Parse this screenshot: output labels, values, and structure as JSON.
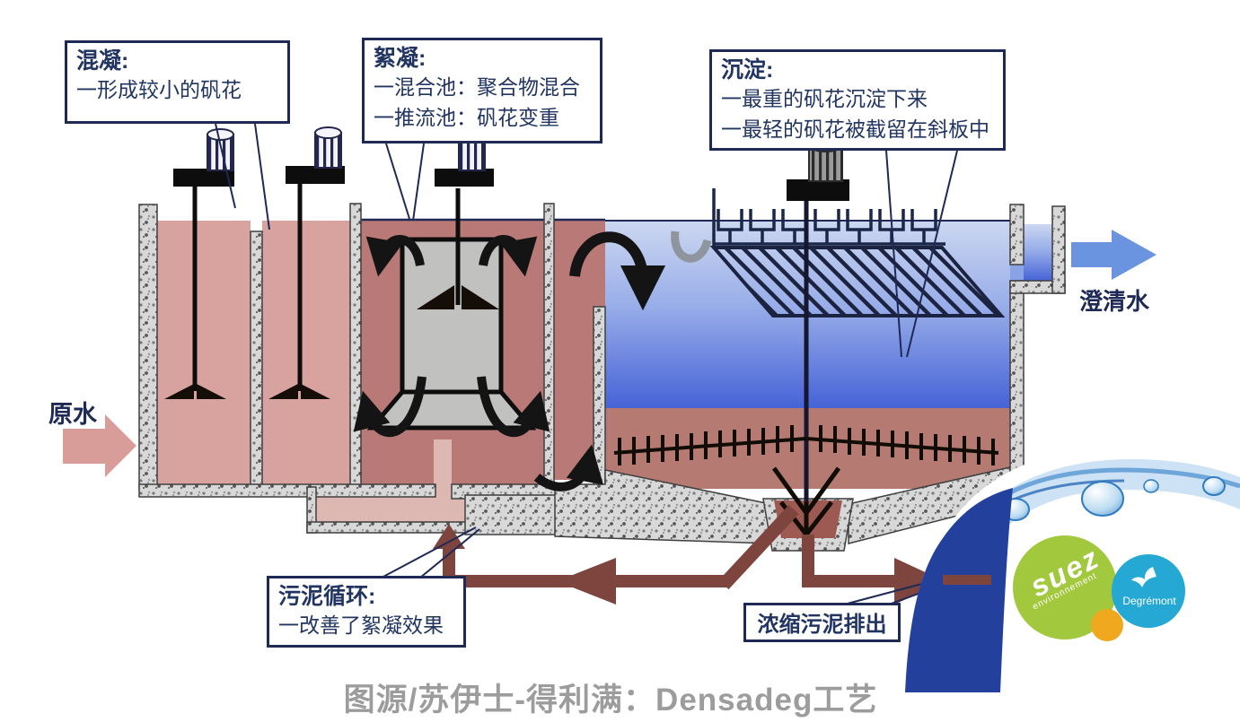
{
  "callouts": {
    "coagulation": {
      "title": "混凝:",
      "lines": [
        "一形成较小的矾花"
      ]
    },
    "flocculation": {
      "title": "絮凝:",
      "lines": [
        "一混合池：聚合物混合",
        "一推流池：矾花变重"
      ]
    },
    "sedimentation": {
      "title": "沉淀:",
      "lines": [
        "一最重的矾花沉淀下来",
        "一最轻的矾花被截留在斜板中"
      ]
    },
    "sludge_recirculation": {
      "title": "污泥循环:",
      "lines": [
        "一改善了絮凝效果"
      ]
    },
    "sludge_discharge": {
      "title": "浓缩污泥排出",
      "lines": []
    }
  },
  "flow_labels": {
    "raw_water": "原水",
    "clarified_water": "澄清水"
  },
  "caption": "图源/苏伊士-得利满：Densadeg工艺",
  "logos": {
    "suez": "suez",
    "suez_subtitle": "environnement",
    "degremont": "Degrémont"
  },
  "icons": {
    "raw_water_arrow": "pink right-arrow",
    "clarified_water_arrow": "blue right-arrow",
    "sludge_recirculation_arrows": "maroon left-arrow and up-arrow",
    "sludge_discharge_arrow": "maroon right-arrow",
    "circulation_arrows": "black curved flow arrows",
    "mixers": "vertical shaft mixers with motor",
    "lamella_plates": "diagonal plate pack",
    "sludge_scraper": "rake with tines"
  },
  "colors": {
    "navy": "#1e2a55",
    "labelText": "#223562",
    "captionGray": "#9c9c9c",
    "pink1": "#d8a29e",
    "pinkDark": "#b97976",
    "pinkLight": "#ddb7b2",
    "sludge": "#b57b72",
    "waterTop": "#ccd7f0",
    "waterMid": "#99aee9",
    "waterDeep": "#4663d6",
    "maroon": "#7e453f",
    "rawArrow": "#d99d99",
    "clearArrow": "#6b94e0",
    "suezGreen": "#a2c83e",
    "degremontCyan": "#25a8d3",
    "dropOrange": "#f0a81f",
    "darkBlue": "#23409c",
    "waveBlue": "#cde2f4",
    "ink": "#121212"
  }
}
